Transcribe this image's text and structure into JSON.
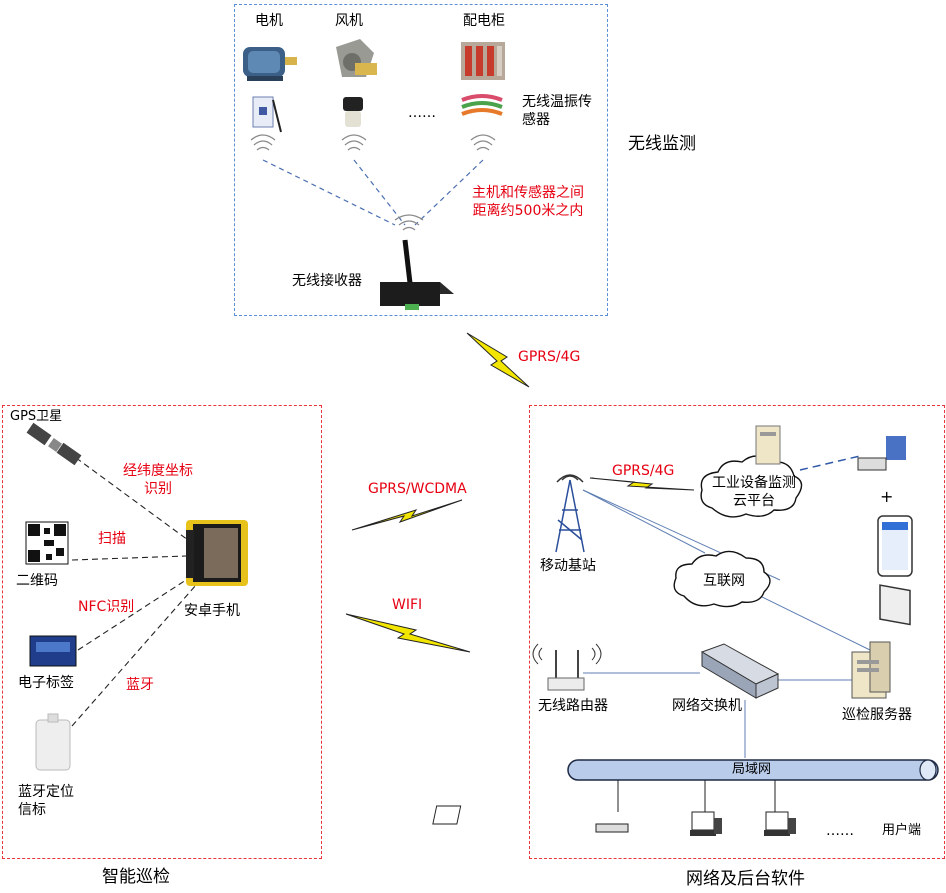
{
  "wireless_monitor": {
    "title": "无线监测",
    "devices": [
      "电机",
      "风机",
      "配电柜"
    ],
    "ellipsis": "……",
    "sensor_label": "无线温振传感器",
    "range_note": "主机和传感器之间距离约500米之内",
    "receiver_label": "无线接收器"
  },
  "links": {
    "top": "GPRS/4G",
    "middle": "GPRS/WCDMA",
    "wifi": "WIFI",
    "station_to_cloud": "GPRS/4G"
  },
  "inspection": {
    "title": "智能巡检",
    "gps": "GPS卫星",
    "gps_link": "经纬度坐标识别",
    "qr": "二维码",
    "qr_link": "扫描",
    "nfc_link": "NFC识别",
    "rfid": "电子标签",
    "bt_link": "蓝牙",
    "beacon": "蓝牙定位信标",
    "phone": "安卓手机"
  },
  "network": {
    "title": "网络及后台软件",
    "base_station": "移动基站",
    "cloud": "工业设备监测云平台",
    "plus": "+",
    "internet": "互联网",
    "router": "无线路由器",
    "switch": "网络交换机",
    "server": "巡检服务器",
    "lan": "局域网",
    "ellipsis": "……",
    "users": "用户端"
  },
  "colors": {
    "blue_border": "#5b8fd6",
    "red_border": "#e8343a",
    "red_text": "#e60012",
    "bolt": "#f2e600"
  }
}
